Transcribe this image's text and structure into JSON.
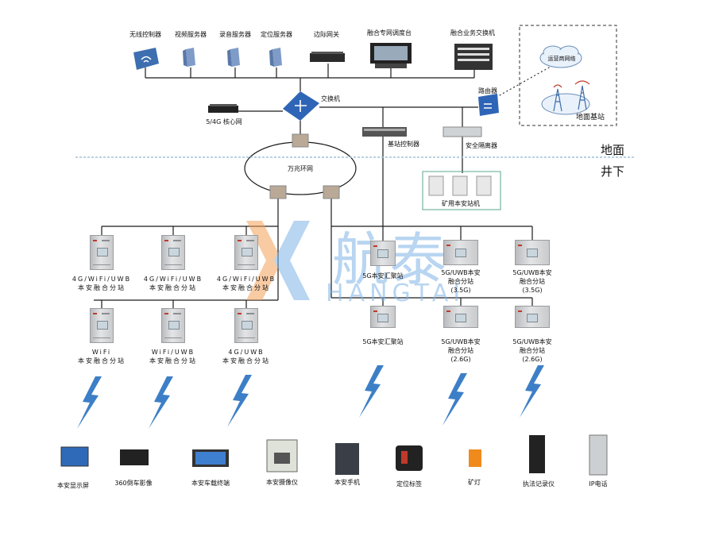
{
  "top_devices": {
    "wireless_controller": "无线控制器",
    "video_server": "视频服务器",
    "recording_server": "录音服务器",
    "positioning_server": "定位服务器",
    "border_gateway": "边际网关",
    "dispatch_console": "融合专网调度台",
    "service_switch": "融合业务交换机"
  },
  "core": {
    "switch": "交换机",
    "router": "路由器",
    "core_network": "5/4G 核心网",
    "operator_network": "运营商网络",
    "ground_station": "地面基站",
    "base_controller": "基站控制器",
    "security_isolator": "安全隔离器",
    "ring_network": "万兆环网",
    "mine_intrinsic_machine": "矿用本安站机"
  },
  "zones": {
    "ground": "地面",
    "underground": "井下"
  },
  "substations": {
    "row1": [
      {
        "line1": "4G/WiFi/UWB",
        "line2": "本安融合分站"
      },
      {
        "line1": "4G/WiFi/UWB",
        "line2": "本安融合分站"
      },
      {
        "line1": "4G/WiFi/UWB",
        "line2": "本安融合分站"
      }
    ],
    "row2": [
      {
        "line1": "WiFi",
        "line2": "本安融合分站"
      },
      {
        "line1": "WiFi/UWB",
        "line2": "本安融合分站"
      },
      {
        "line1": "4G/UWB",
        "line2": "本安融合分站"
      }
    ],
    "g5_row1": [
      {
        "line1": "5G本安汇聚站",
        "line2": "",
        "line3": ""
      },
      {
        "line1": "5G/UWB本安",
        "line2": "融合分站",
        "line3": "(3.5G)"
      },
      {
        "line1": "5G/UWB本安",
        "line2": "融合分站",
        "line3": "(3.5G)"
      }
    ],
    "g5_row2": [
      {
        "line1": "5G本安汇聚站",
        "line2": "",
        "line3": ""
      },
      {
        "line1": "5G/UWB本安",
        "line2": "融合分站",
        "line3": "(2.6G)"
      },
      {
        "line1": "5G/UWB本安",
        "line2": "融合分站",
        "line3": "(2.6G)"
      }
    ]
  },
  "terminals": [
    "本安显示屏",
    "360倒车影像",
    "本安车载终端",
    "本安摄像仪",
    "本安手机",
    "定位标签",
    "矿灯",
    "执法记录仪",
    "IP电话"
  ],
  "watermark": {
    "brand_cn": "航泰",
    "brand_en": "HANGTAI"
  },
  "colors": {
    "line": "#1a1a1a",
    "lightning": "#3d7fc7",
    "divider": "#9fc3dc",
    "watermark": "#7fb4e6",
    "logo_orange": "#f4a259"
  }
}
